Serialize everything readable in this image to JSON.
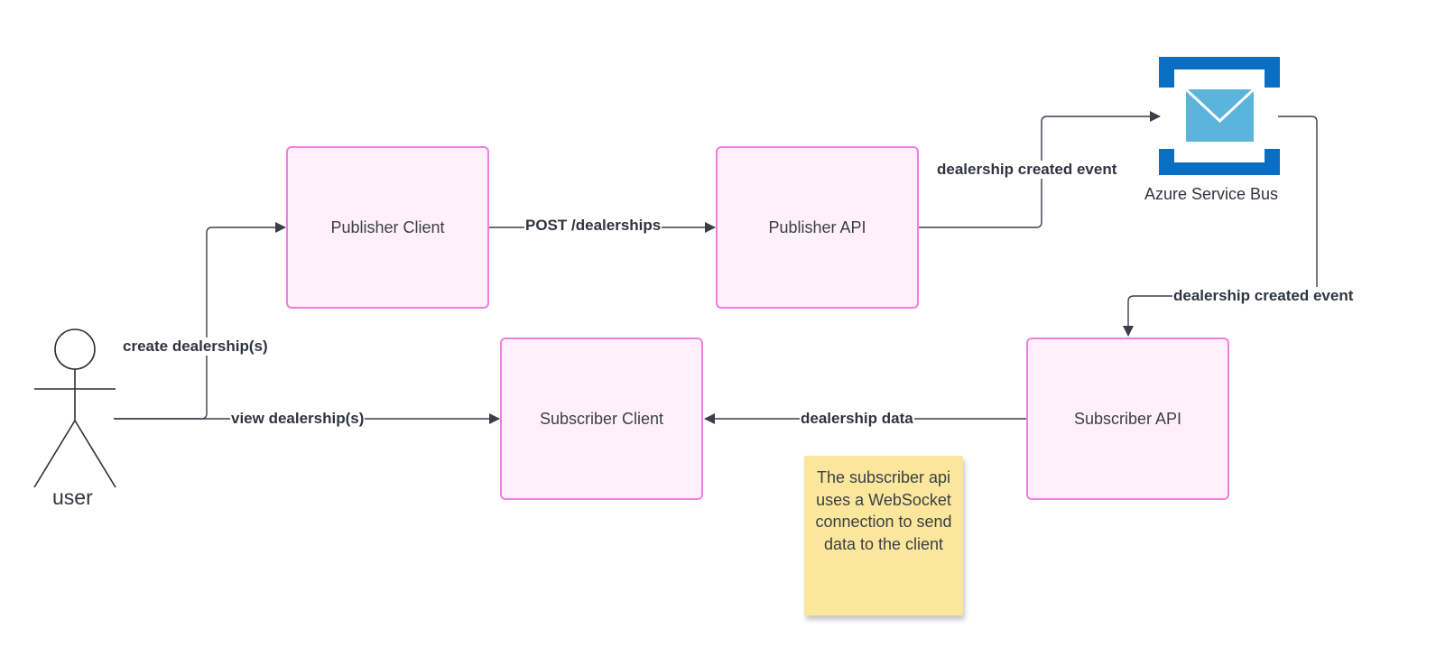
{
  "diagram": {
    "actor": {
      "label": "user"
    },
    "nodes": {
      "publisher_client": "Publisher Client",
      "publisher_api": "Publisher API",
      "subscriber_client": "Subscriber Client",
      "subscriber_api": "Subscriber API",
      "service_bus": "Azure Service Bus"
    },
    "edges": {
      "create_dealerships": "create dealership(s)",
      "post_dealerships": "POST /dealerships",
      "publish_event": "dealership created event",
      "bus_event": "dealership created event",
      "view_dealerships": "view dealership(s)",
      "dealership_data": "dealership data"
    },
    "note": "The subscriber api uses a WebSocket connection to send data to the client",
    "colors": {
      "node_fill": "#fff0fb",
      "node_border": "#f07ee0",
      "line": "#3a3f47",
      "note_fill": "#fbe79c",
      "bus_blue": "#0a6fc2",
      "bus_envelope": "#5ab4dc"
    },
    "icons": {
      "service_bus": "envelope-queue-icon",
      "actor": "stick-figure-icon"
    }
  }
}
